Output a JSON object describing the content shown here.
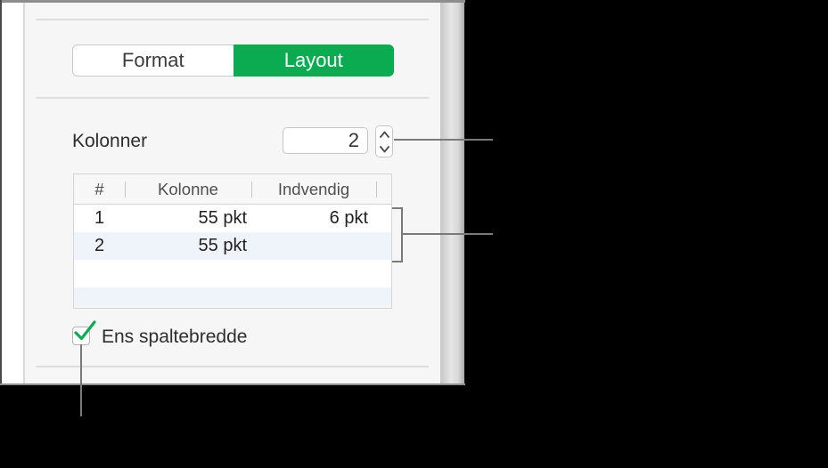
{
  "segmented_tabs": {
    "format_label": "Format",
    "layout_label": "Layout",
    "active_tab": "Layout"
  },
  "columns_section": {
    "label": "Kolonner",
    "count_value": "2"
  },
  "columns_table": {
    "headers": [
      "#",
      "Kolonne",
      "Indvendig"
    ],
    "rows": [
      {
        "number": "1",
        "column_width": "55 pkt",
        "gutter": "6 pkt"
      },
      {
        "number": "2",
        "column_width": "55 pkt",
        "gutter": ""
      }
    ]
  },
  "equal_width_checkbox": {
    "label": "Ens spaltebredde",
    "checked": true
  },
  "colors": {
    "accent_green": "#0bab51",
    "callout_gray": "#7a7a7a",
    "panel_background": "#f6f6f6",
    "alt_row_blue": "#eff3fa"
  }
}
